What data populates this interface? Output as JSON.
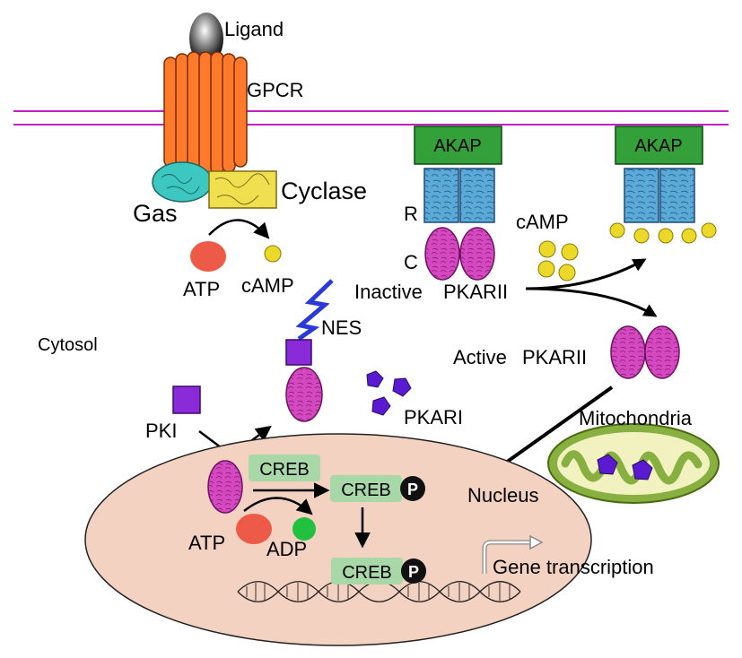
{
  "labels": {
    "ligand": "Ligand",
    "gpcr": "GPCR",
    "gas": "Gas",
    "cyclase": "Cyclase",
    "atp_top": "ATP",
    "camp_top": "cAMP",
    "nes": "NES",
    "cytosol": "Cytosol",
    "akap_left": "AKAP",
    "akap_right": "AKAP",
    "r": "R",
    "c": "C",
    "camp_right": "cAMP",
    "inactive": "Inactive",
    "pkarii_inactive": "PKARII",
    "active": "Active",
    "pkarii_active": "PKARII",
    "mitochondria": "Mitochondria",
    "pkari": "PKARI",
    "pki": "PKI",
    "nucleus": "Nucleus",
    "creb_1": "CREB",
    "creb_2": "CREB",
    "creb_3": "CREB",
    "p_1": "P",
    "p_2": "P",
    "atp_bottom": "ATP",
    "adp": "ADP",
    "gene_transcription": "Gene transcription"
  },
  "colors": {
    "membrane": "#c020c0",
    "gpcr": "#ff7a2a",
    "gas": "#3cc8c0",
    "cyclase": "#f0e050",
    "atp": "#ee5a48",
    "camp": "#ecd828",
    "nes": "#2a3ad8",
    "akap": "#33a03a",
    "r_subunit": "#5aaad8",
    "c_subunit": "#d448c0",
    "pkari": "#5a1ad0",
    "pki": "#8a2ad8",
    "nucleus": "#f4d2c2",
    "creb": "#a8d8a8",
    "adp": "#22c040",
    "mito_outer": "#88b040",
    "mito_inner": "#f2f2c0"
  },
  "icons": {
    "ligand": "ligand-ellipsoid",
    "phosphate": "phosphate-circle",
    "gene_arrow": "bent-arrow-icon"
  }
}
